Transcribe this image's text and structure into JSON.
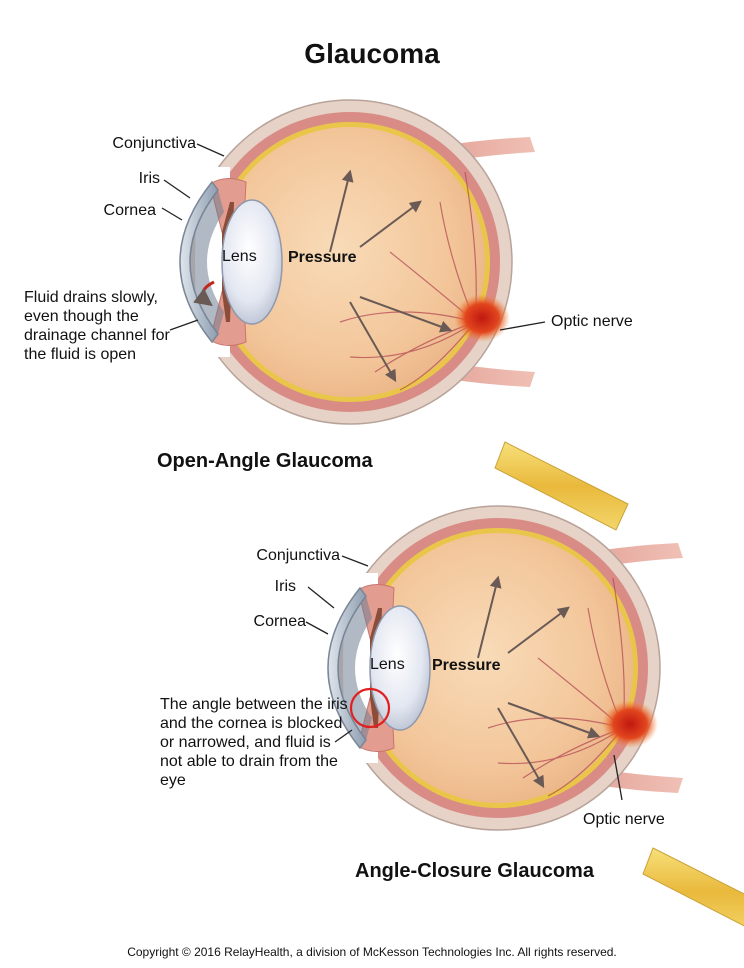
{
  "title": "Glaucoma",
  "open_angle": {
    "heading": "Open-Angle Glaucoma",
    "labels": {
      "conjunctiva": "Conjunctiva",
      "iris": "Iris",
      "cornea": "Cornea",
      "lens": "Lens",
      "pressure": "Pressure",
      "optic_nerve": "Optic nerve"
    },
    "note": "Fluid drains slowly, even though the drainage channel for the fluid is open"
  },
  "angle_closure": {
    "heading": "Angle-Closure Glaucoma",
    "labels": {
      "conjunctiva": "Conjunctiva",
      "iris": "Iris",
      "cornea": "Cornea",
      "lens": "Lens",
      "pressure": "Pressure",
      "optic_nerve": "Optic nerve"
    },
    "note": "The angle between the iris and the cornea is blocked or narrowed, and fluid is not able to drain from the eye"
  },
  "copyright": "Copyright © 2016 RelayHealth, a division of McKesson Technologies Inc. All rights reserved.",
  "colors": {
    "vitreous": "#f3c69a",
    "sclera": "#e6d2c6",
    "choroid": "#d98c86",
    "retina_yellow": "#e9c64a",
    "nerve_red": "#d22a18",
    "lens": "#dfe3ef",
    "cornea": "#bfc9d4",
    "vessel": "#b44a55",
    "arrow": "#6a5a55",
    "highlight_ring": "#e02020"
  }
}
